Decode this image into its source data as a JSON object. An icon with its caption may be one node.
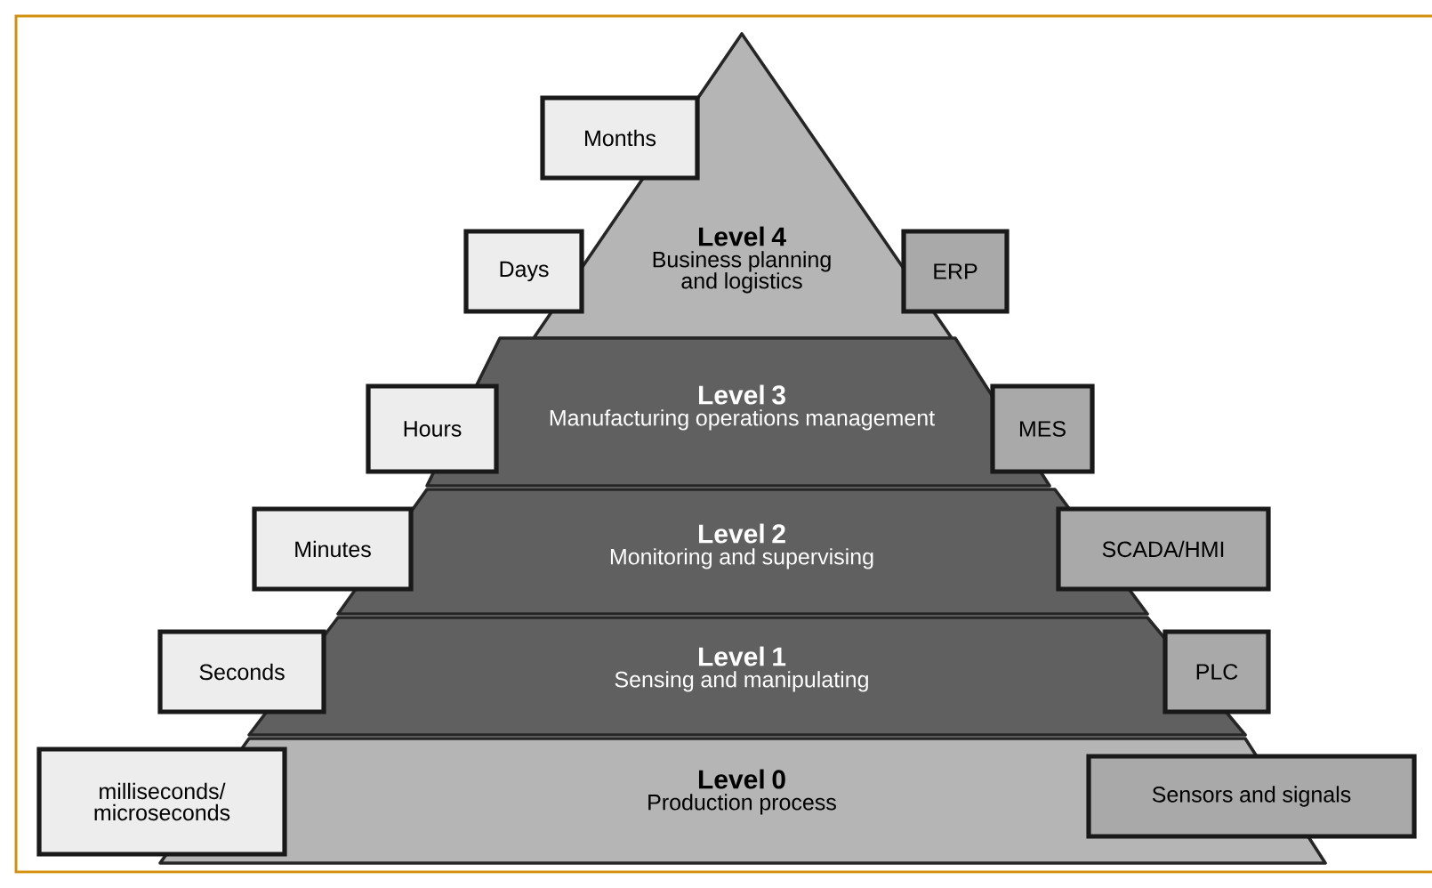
{
  "diagram": {
    "nodes": [
      {
        "text": [
          "Level 4",
          "Business planning and logistics"
        ]
      },
      {
        "text": [
          "Level 3",
          "Manufacturing operations management"
        ]
      },
      {
        "text": [
          "Level 2",
          "Monitoring and supervising"
        ]
      },
      {
        "text": [
          "Level 1",
          "Sensing and manipulating"
        ]
      },
      {
        "text": [
          "Level 0",
          "Production process"
        ]
      },
      {
        "text": [
          "Months"
        ]
      },
      {
        "text": [
          "Days"
        ]
      },
      {
        "text": [
          "ERP"
        ]
      },
      {
        "text": [
          "Hours"
        ]
      },
      {
        "text": [
          "MES"
        ]
      },
      {
        "text": [
          "Minutes"
        ]
      },
      {
        "text": [
          "SCADA/HMI"
        ]
      },
      {
        "text": [
          "Seconds"
        ]
      },
      {
        "text": [
          "PLC"
        ]
      },
      {
        "text": [
          "milliseconds/ microseconds"
        ]
      },
      {
        "text": [
          "Sensors and signals"
        ]
      }
    ]
  }
}
